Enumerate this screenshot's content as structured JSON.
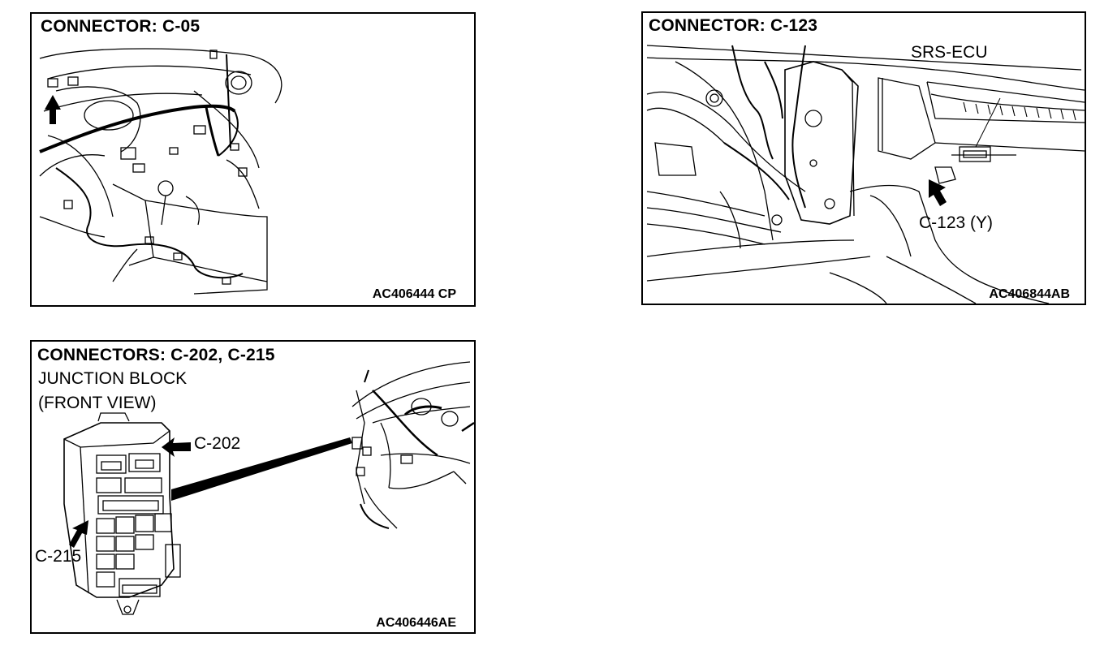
{
  "panels": [
    {
      "title": "CONNECTOR: C-05",
      "code": "AC406444 CP"
    },
    {
      "title": "CONNECTOR: C-123",
      "code": "AC406844AB",
      "labels": {
        "ecu": "SRS-ECU",
        "connector": "C-123 (Y)"
      }
    },
    {
      "title": "CONNECTORS: C-202, C-215",
      "code": "AC406446AE",
      "labels": {
        "subtitle1": "JUNCTION BLOCK",
        "subtitle2": "(FRONT VIEW)",
        "c202": "C-202",
        "c215": "C-215"
      }
    }
  ]
}
